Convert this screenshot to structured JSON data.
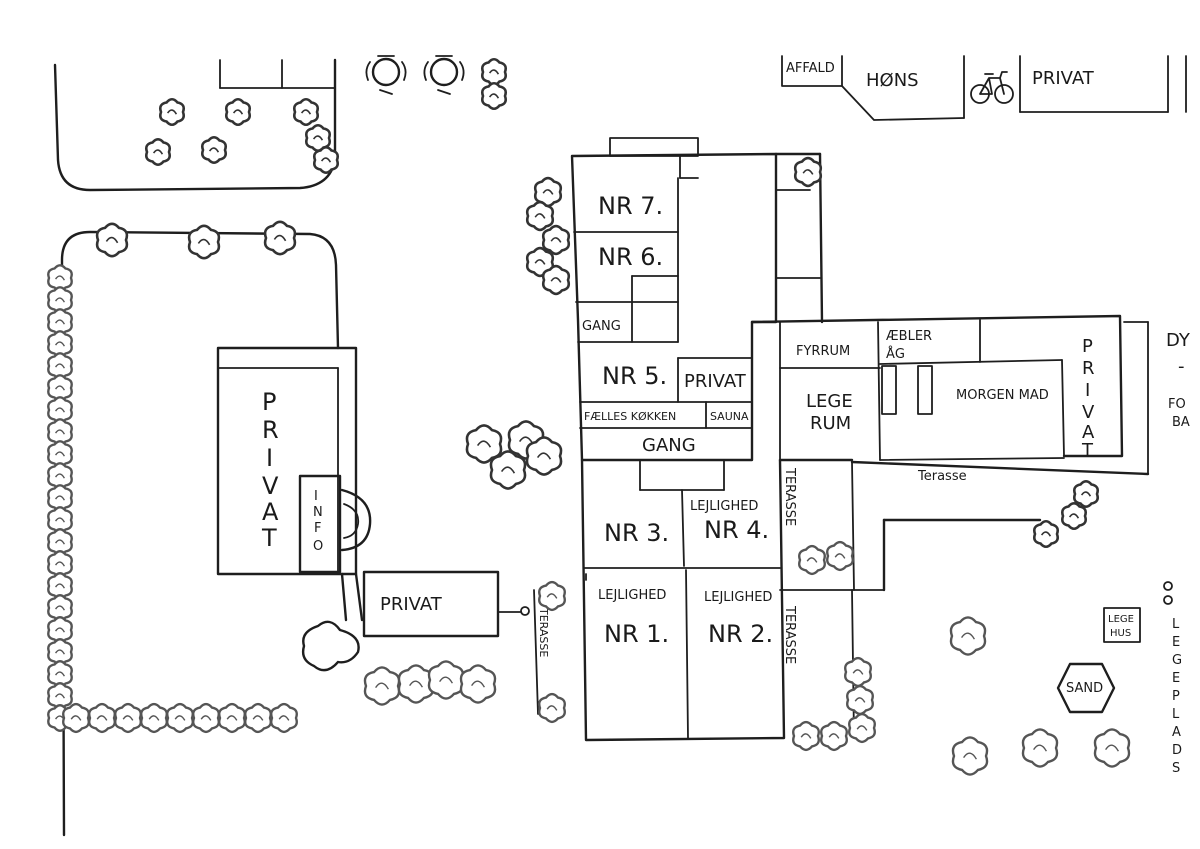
{
  "map": {
    "north_strip": {
      "affald": "AFFALD",
      "hons": "HØNS",
      "privat": "PRIVAT",
      "bike_icon": "bicycle-icon"
    },
    "main_building": {
      "nr7": "NR 7.",
      "nr6": "NR 6.",
      "gang_upper": "GANG",
      "nr5": "NR 5.",
      "privat_mid": "PRIVAT",
      "faelles_kokken": "FÆLLES KØKKEN",
      "sauna": "SAUNA",
      "gang_main": "GANG",
      "nr3": "NR 3.",
      "nr4_prefix": "LEJLIGHED",
      "nr4": "NR 4.",
      "nr1_prefix": "LEJLIGHED",
      "nr1": "NR 1.",
      "nr2_prefix": "LEJLIGHED",
      "nr2": "NR 2."
    },
    "east_wing": {
      "fyrrum": "FYRRUM",
      "aebler_line1": "ÆBLER",
      "aebler_line2": "ÅG",
      "lege_line1": "LEGE",
      "lege_line2": "RUM",
      "morgenmad": "MORGEN MAD",
      "privat_letters": [
        "P",
        "R",
        "I",
        "V",
        "A",
        "T"
      ],
      "terasse": "Terasse"
    },
    "west_building": {
      "privat_letters": [
        "P",
        "R",
        "I",
        "V",
        "A",
        "T"
      ],
      "info_letters": [
        "I",
        "N",
        "F",
        "O"
      ],
      "privat_annex": "PRIVAT"
    },
    "terraces": {
      "terasse_upper": "TERASSE",
      "terasse_lower": "TERASSE",
      "terasse_west": "TERASSE"
    },
    "playground": {
      "legehus_line1": "LEGE",
      "legehus_line2": "HUS",
      "sand": "SAND",
      "legeplads_letters": [
        "L",
        "E",
        "G",
        "E",
        "P",
        "L",
        "A",
        "D",
        "S"
      ]
    },
    "edge_fragments": {
      "dy": "DY",
      "dash": "-",
      "fo": "FO",
      "ba": "BA"
    }
  }
}
